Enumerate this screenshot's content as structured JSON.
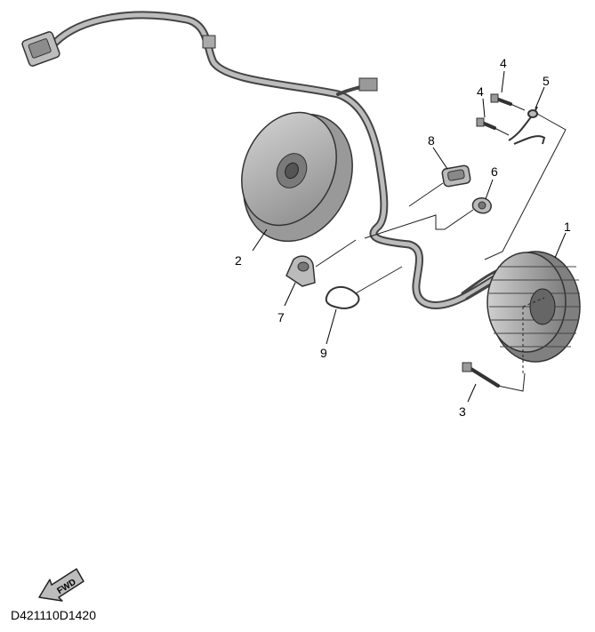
{
  "diagram_code": "D421110D1420",
  "fwd_label": "FWD",
  "callouts": [
    {
      "id": "1",
      "text": "1"
    },
    {
      "id": "2",
      "text": "2"
    },
    {
      "id": "3",
      "text": "3"
    },
    {
      "id": "4a",
      "text": "4"
    },
    {
      "id": "4b",
      "text": "4"
    },
    {
      "id": "5",
      "text": "5"
    },
    {
      "id": "6",
      "text": "6"
    },
    {
      "id": "7",
      "text": "7"
    },
    {
      "id": "8",
      "text": "8"
    },
    {
      "id": "9",
      "text": "9"
    }
  ]
}
